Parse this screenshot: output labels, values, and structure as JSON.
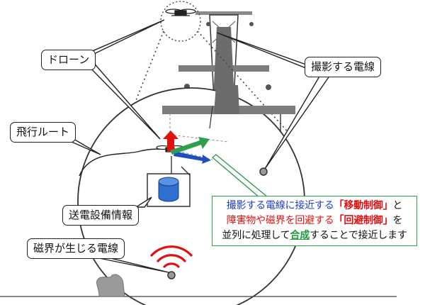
{
  "labels": {
    "drone": "ドローン",
    "target_wire": "撮影する電線",
    "flight_route": "飛行ルート",
    "equipment_info": "送電設備情報",
    "magnetic_wire": "磁界が生じる電線"
  },
  "note": {
    "line1": [
      {
        "text": "撮影する電線に接近する",
        "style": "blue"
      },
      {
        "text": "「移動制御」",
        "style": "red"
      },
      {
        "text": "と",
        "style": "plain"
      }
    ],
    "line2": [
      {
        "text": "障害物や磁界を回避する",
        "style": "red-plain"
      },
      {
        "text": "「回避制御」",
        "style": "red"
      },
      {
        "text": "を",
        "style": "plain"
      }
    ],
    "line3": [
      {
        "text": "並列に処理して",
        "style": "plain"
      },
      {
        "text": "合成",
        "style": "green-ul"
      },
      {
        "text": "することで接近します",
        "style": "plain"
      }
    ]
  },
  "colors": {
    "move_arrow": "#2e9e4f",
    "avoid_arrow": "#e01010",
    "up_arrow": "#1f4fbf",
    "signal": "#e01010",
    "database": "#2f6fd0",
    "note_border": "#2e9e4f"
  }
}
